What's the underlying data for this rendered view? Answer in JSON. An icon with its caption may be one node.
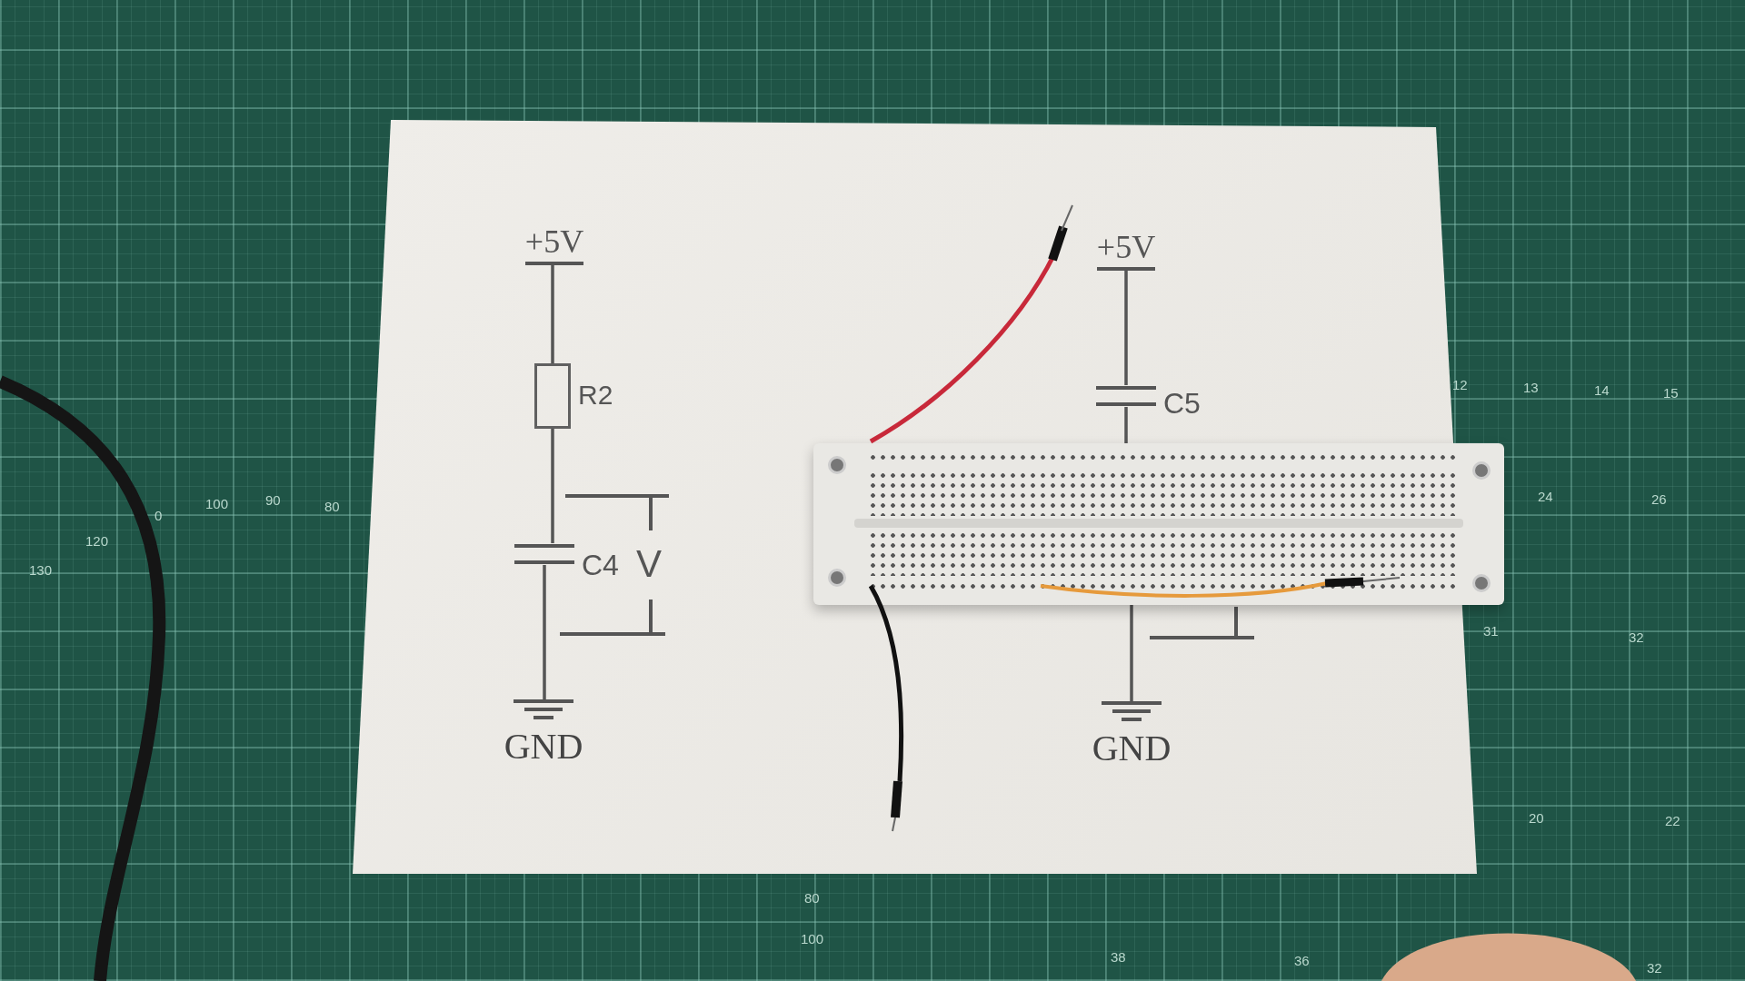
{
  "diagram": {
    "nodes": [
      {
        "text": [
          "+5V"
        ]
      },
      {
        "text": [],
        "shape": "box",
        "beside": [
          "R2"
        ]
      },
      {
        "text": [],
        "shape": "capacitor",
        "beside": [
          "C4"
        ]
      },
      {
        "text": [
          "GND"
        ]
      },
      {
        "text": [
          "+5V"
        ]
      },
      {
        "text": [],
        "shape": "capacitor",
        "beside": [
          "C5"
        ]
      },
      {
        "text": [],
        "shape": "picture"
      },
      {
        "text": [
          "GND"
        ]
      }
    ],
    "edges": [
      {
        "from": 0,
        "to": 1,
        "arrow": "none"
      },
      {
        "from": 1,
        "to": 2,
        "arrow": "none"
      },
      {
        "from": 2,
        "to": 3,
        "arrow": "none"
      },
      {
        "from": 4,
        "to": 5,
        "arrow": "none"
      },
      {
        "from": 5,
        "to": 6,
        "arrow": "none"
      },
      {
        "from": 6,
        "to": 7,
        "arrow": "none"
      }
    ],
    "labels": [
      "V",
      "130",
      "120",
      "0",
      "100",
      "90",
      "80",
      "12",
      "13",
      "14",
      "15",
      "24",
      "26",
      "31",
      "32",
      "20",
      "22",
      "80",
      "100",
      "38",
      "36",
      "32"
    ]
  }
}
